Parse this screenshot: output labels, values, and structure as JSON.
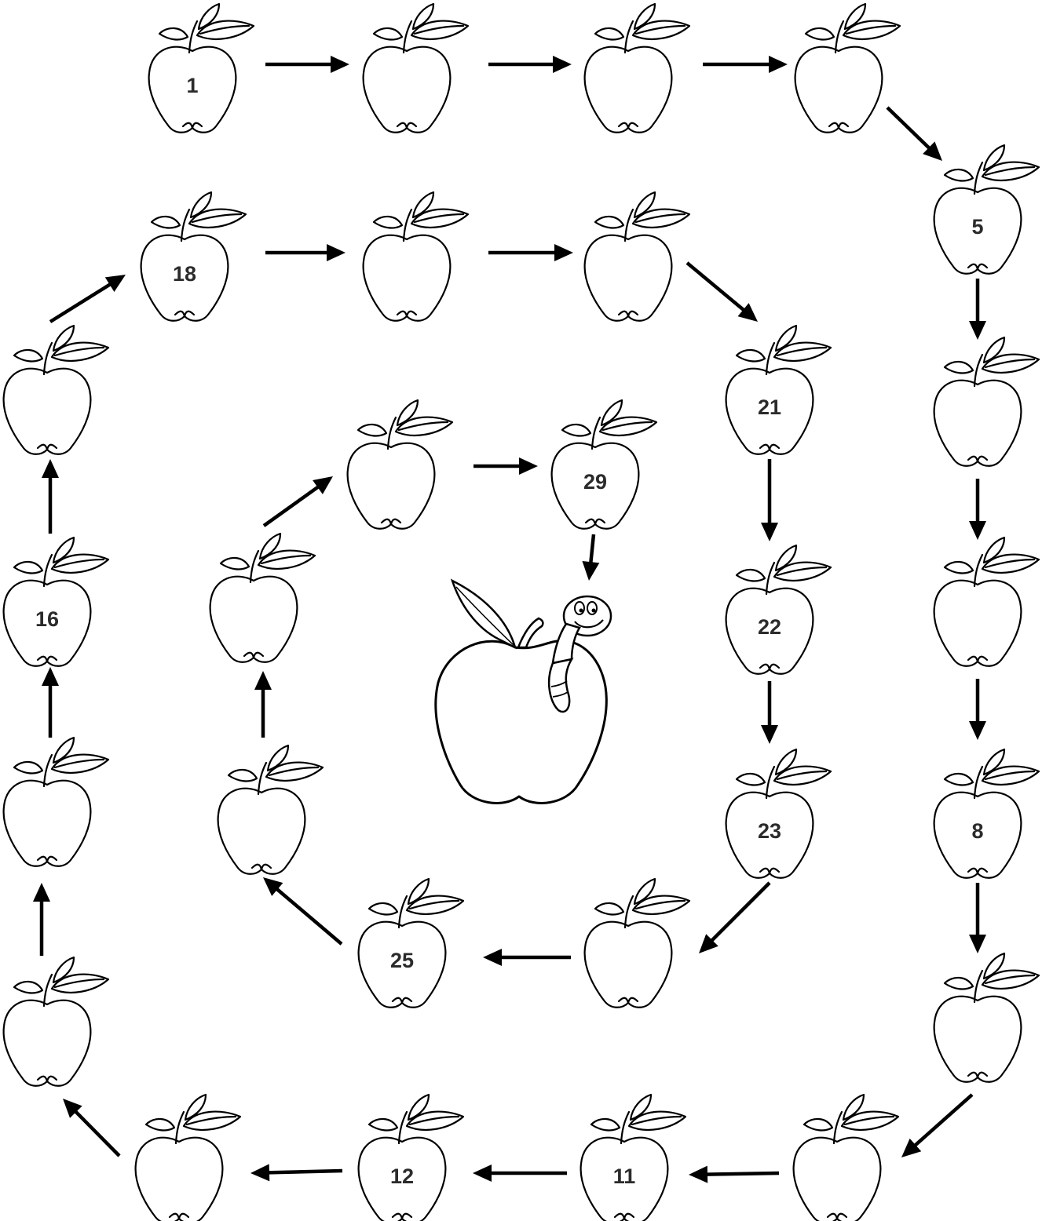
{
  "puzzle": {
    "apples": [
      {
        "label": "1"
      },
      {
        "label": ""
      },
      {
        "label": ""
      },
      {
        "label": ""
      },
      {
        "label": "5"
      },
      {
        "label": ""
      },
      {
        "label": ""
      },
      {
        "label": "8"
      },
      {
        "label": ""
      },
      {
        "label": ""
      },
      {
        "label": "11"
      },
      {
        "label": "12"
      },
      {
        "label": ""
      },
      {
        "label": ""
      },
      {
        "label": ""
      },
      {
        "label": "16"
      },
      {
        "label": ""
      },
      {
        "label": "18"
      },
      {
        "label": ""
      },
      {
        "label": ""
      },
      {
        "label": "21"
      },
      {
        "label": "22"
      },
      {
        "label": "23"
      },
      {
        "label": ""
      },
      {
        "label": "25"
      },
      {
        "label": ""
      },
      {
        "label": ""
      },
      {
        "label": ""
      },
      {
        "label": "29"
      }
    ],
    "finish_picture": "worm-in-apple",
    "colors": {
      "ink": "#000000",
      "label": "#2b2b2b",
      "paper": "#ffffff"
    }
  }
}
